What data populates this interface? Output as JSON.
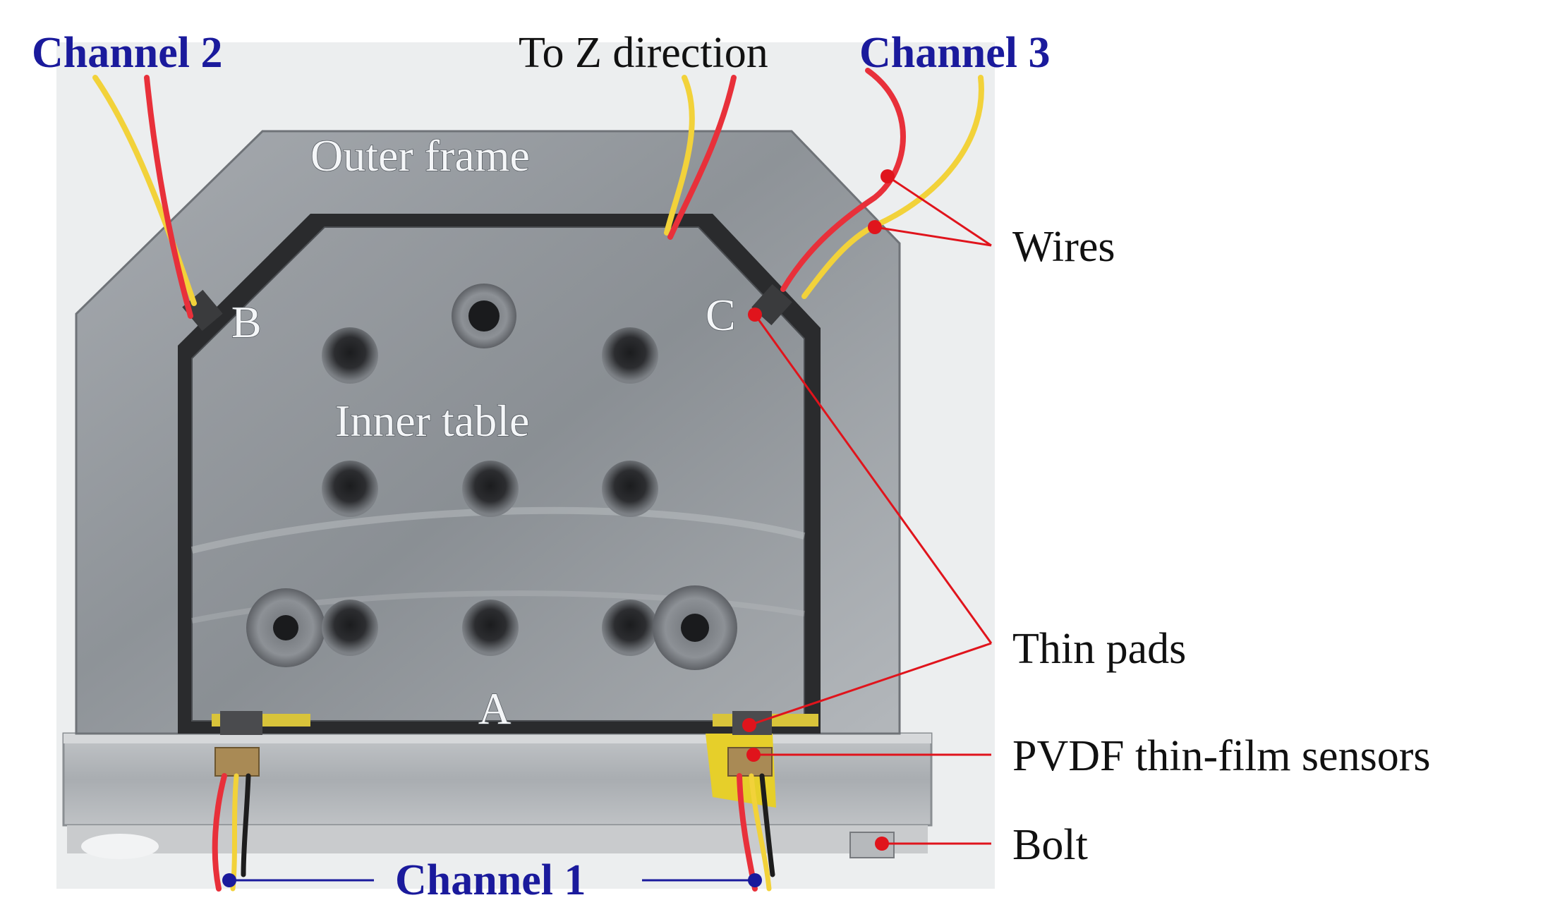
{
  "labels": {
    "channel2": "Channel 2",
    "to_z_direction": "To Z direction",
    "channel3": "Channel 3",
    "outer_frame": "Outer frame",
    "wires": "Wires",
    "point_b": "B",
    "point_c": "C",
    "inner_table": "Inner table",
    "thin_pads": "Thin pads",
    "point_a": "A",
    "pvdf_sensors": "PVDF thin-film sensors",
    "bolt": "Bolt",
    "channel1": "Channel 1"
  },
  "colors": {
    "channel_label": "#1a1a9c",
    "callout_red": "#e0141c",
    "callout_blue": "#1a1a9c",
    "wire_red": "#e8303a",
    "wire_yellow": "#f2d23a",
    "steel": "#9a9ea3"
  }
}
